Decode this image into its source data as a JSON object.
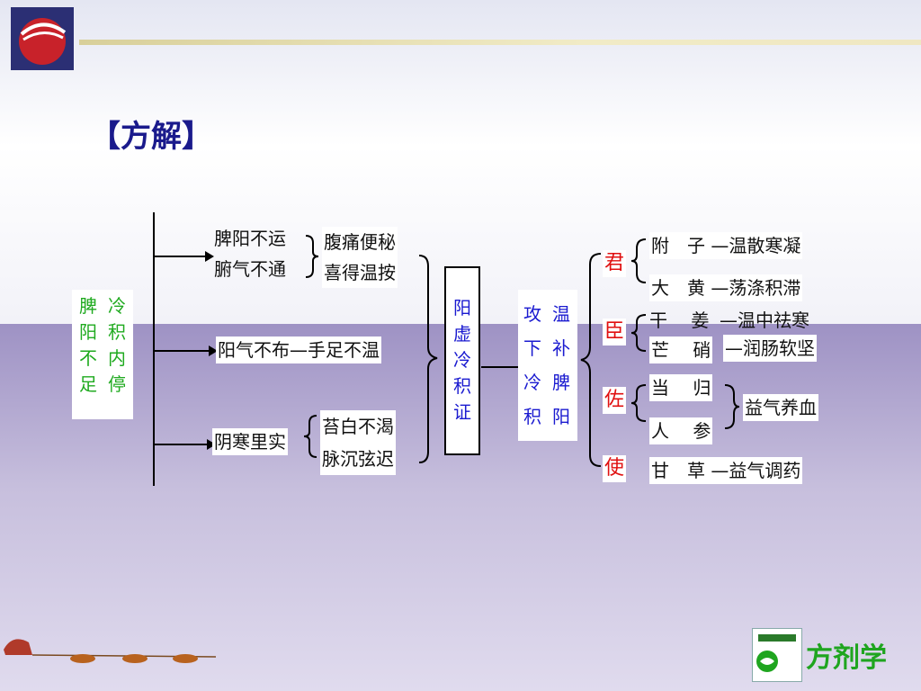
{
  "title": "【方解】",
  "left_label": {
    "col1": [
      "脾",
      "阳",
      "不",
      "足"
    ],
    "col2": [
      "冷",
      "积",
      "内",
      "停"
    ]
  },
  "branch1": {
    "causes": [
      "脾阳不运",
      "腑气不通"
    ],
    "symptoms": [
      "腹痛便秘",
      "喜得温按"
    ]
  },
  "branch2": {
    "text": "阳气不布—手足不温"
  },
  "branch3": {
    "cause": "阴寒里实",
    "symptoms": [
      "苔白不渴",
      "脉沉弦迟"
    ]
  },
  "diagnosis": [
    "阳",
    "虚",
    "冷",
    "积",
    "证"
  ],
  "treatment": {
    "col1": [
      "攻",
      "下",
      "冷",
      "积"
    ],
    "col2": [
      "温",
      "补",
      "脾",
      "阳"
    ]
  },
  "roles": {
    "jun": "君",
    "chen": "臣",
    "zuo": "佐",
    "shi": "使"
  },
  "herbs": {
    "fuzi": "附　子 —温散寒凝",
    "dahuang": "大　黄 —荡涤积滞",
    "ganjiang_herb": "干　 姜",
    "ganjiang_eff": "—温中祛寒",
    "mangxiao_herb": "芒　 硝",
    "mangxiao_eff": "—润肠软坚",
    "danggui": "当　 归",
    "renshen": "人　 参",
    "zuo_eff": "益气养血",
    "gancao": "甘　草 —益气调药"
  },
  "brand": "方剂学",
  "colors": {
    "title": "#1a1a8c",
    "green": "#1faa1f",
    "blue": "#1a1ad0",
    "red": "#e01010"
  }
}
